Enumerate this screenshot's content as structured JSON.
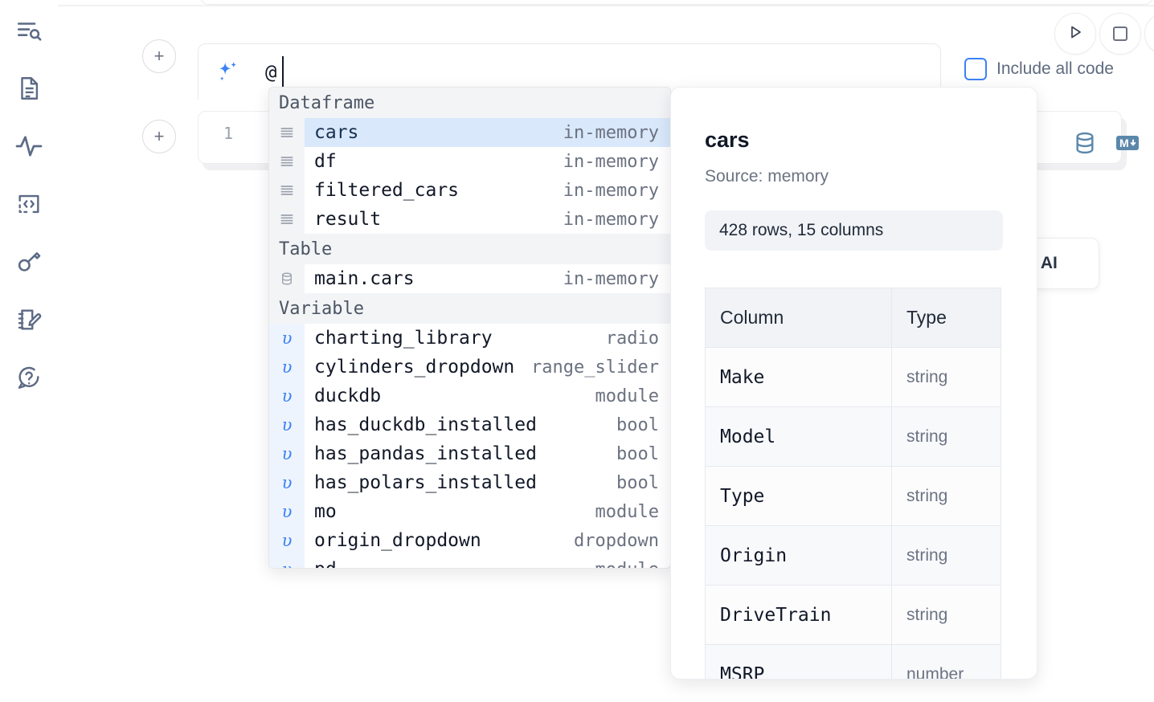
{
  "sidebar": {
    "items": [
      {
        "name": "file-search-icon",
        "label": "Explore files"
      },
      {
        "name": "document-icon",
        "label": "Notebook"
      },
      {
        "name": "activity-icon",
        "label": "Activity"
      },
      {
        "name": "code-snippet-icon",
        "label": "Snippets"
      },
      {
        "name": "key-icon",
        "label": "Secrets"
      },
      {
        "name": "scratchpad-icon",
        "label": "Scratchpad"
      },
      {
        "name": "help-icon",
        "label": "Help"
      }
    ]
  },
  "toolbar": {
    "run_label": "Run",
    "stop_label": "Stop",
    "include_all_code_label": "Include all code",
    "include_all_code_checked": false,
    "accent_color": "#3b82f6"
  },
  "prompt": {
    "value": "@",
    "icon": "sparkles-icon"
  },
  "cell": {
    "line_number": "1",
    "icons": [
      "database-icon",
      "markdown-icon"
    ],
    "icon_color": "#5b87ab"
  },
  "ai_chip": {
    "label": "h AI"
  },
  "add_buttons": {
    "label": "+"
  },
  "autocomplete": {
    "groups": [
      {
        "label": "Dataframe",
        "icon": "dataframe-icon",
        "items": [
          {
            "name": "cars",
            "meta": "in-memory",
            "selected": true
          },
          {
            "name": "df",
            "meta": "in-memory",
            "selected": false
          },
          {
            "name": "filtered_cars",
            "meta": "in-memory",
            "selected": false
          },
          {
            "name": "result",
            "meta": "in-memory",
            "selected": false
          }
        ]
      },
      {
        "label": "Table",
        "icon": "table-icon",
        "items": [
          {
            "name": "main.cars",
            "meta": "in-memory",
            "selected": false
          }
        ]
      },
      {
        "label": "Variable",
        "icon": "variable-icon",
        "items": [
          {
            "name": "charting_library",
            "meta": "radio",
            "selected": false
          },
          {
            "name": "cylinders_dropdown",
            "meta": "range_slider",
            "selected": false
          },
          {
            "name": "duckdb",
            "meta": "module",
            "selected": false
          },
          {
            "name": "has_duckdb_installed",
            "meta": "bool",
            "selected": false
          },
          {
            "name": "has_pandas_installed",
            "meta": "bool",
            "selected": false
          },
          {
            "name": "has_polars_installed",
            "meta": "bool",
            "selected": false
          },
          {
            "name": "mo",
            "meta": "module",
            "selected": false
          },
          {
            "name": "origin_dropdown",
            "meta": "dropdown",
            "selected": false
          },
          {
            "name": "pd",
            "meta": "module",
            "selected": false
          }
        ]
      }
    ]
  },
  "detail": {
    "title": "cars",
    "source": "Source: memory",
    "stats": "428 rows, 15 columns",
    "table": {
      "headers": [
        "Column",
        "Type"
      ],
      "rows": [
        {
          "column": "Make",
          "type": "string"
        },
        {
          "column": "Model",
          "type": "string"
        },
        {
          "column": "Type",
          "type": "string"
        },
        {
          "column": "Origin",
          "type": "string"
        },
        {
          "column": "DriveTrain",
          "type": "string"
        },
        {
          "column": "MSRP",
          "type": "number"
        }
      ]
    }
  }
}
